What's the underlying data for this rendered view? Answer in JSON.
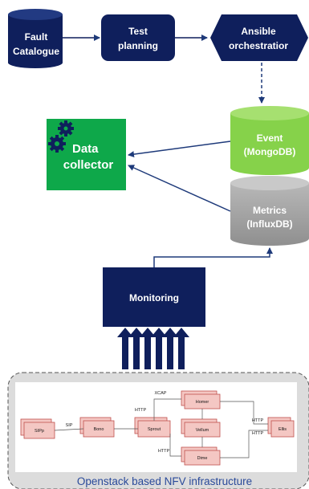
{
  "nodes": {
    "fault_catalogue": {
      "line1": "Fault",
      "line2": "Catalogue"
    },
    "test_planning": {
      "line1": "Test",
      "line2": "planning"
    },
    "ansible": {
      "line1": "Ansible",
      "line2": "orchestratior"
    },
    "event_db": {
      "line1": "Event",
      "line2": "(MongoDB)"
    },
    "data_collector": {
      "line1": "Data",
      "line2": "collector"
    },
    "metrics_db": {
      "line1": "Metrics",
      "line2": "(InfluxDB)"
    },
    "monitoring": {
      "label": "Monitoring"
    }
  },
  "infra": {
    "caption": "Openstack based NFV infrastructure",
    "components": {
      "sipp": "SIPp",
      "bono": "Bono",
      "sprout": "Sprout",
      "homer": "Homer",
      "vellum": "Vellum",
      "dime": "Dime",
      "ellis": "Ellis"
    },
    "edges": {
      "sip": "SIP",
      "xcap": "XCAP",
      "http_sprout_homer": "HTTP",
      "http_sprout_dime": "HTTP",
      "http_homer_ellis": "HTTP",
      "http_dime_ellis": "HTTP"
    }
  },
  "colors": {
    "navy": "#0f1f5c",
    "green_box": "#0ea84a",
    "event_green": "#86d24a",
    "metrics_gray": "#a8a8a8",
    "component_pink": "#f4c7c3",
    "component_border": "#c0504d",
    "caption_blue": "#2a4a9a"
  },
  "icons": [
    "gear-icon",
    "database-icon",
    "arrow-icon"
  ]
}
